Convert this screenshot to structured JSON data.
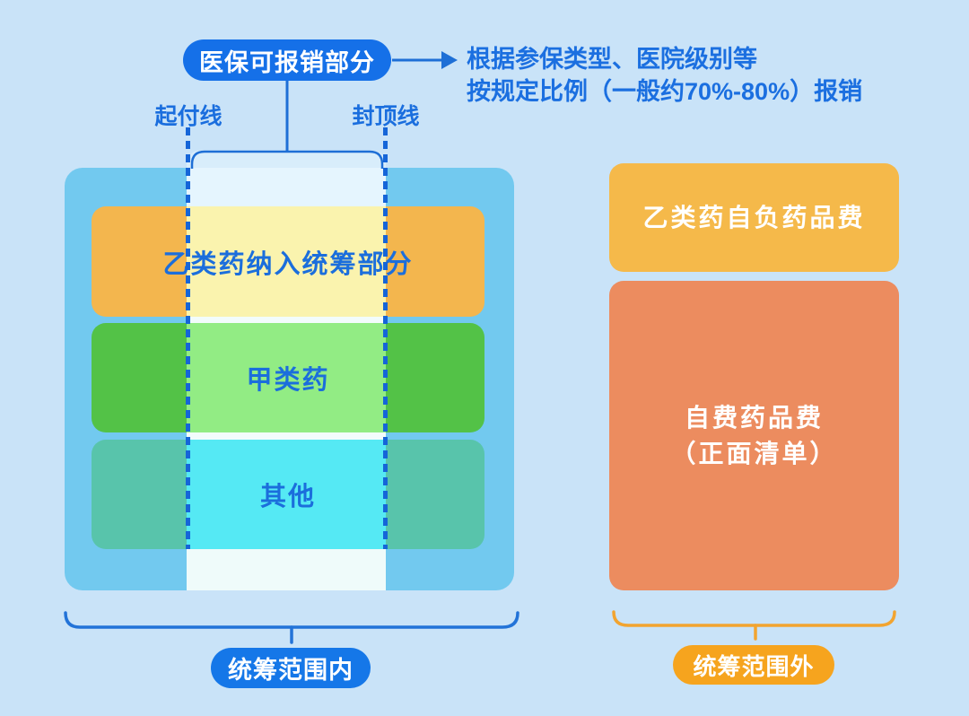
{
  "header": {
    "pill_label": "医保可报销部分",
    "note_line1": "根据参保类型、医院级别等",
    "note_line2": "按规定比例（一般约70%-80%）报销"
  },
  "left_panel": {
    "deductible_label": "起付线",
    "cap_label": "封顶线",
    "bars": [
      {
        "label": "乙类药纳入统筹部分"
      },
      {
        "label": "甲类药"
      },
      {
        "label": "其他"
      }
    ],
    "footer_pill": "统筹范围内"
  },
  "right_panel": {
    "boxes": [
      {
        "label": "乙类药自负药品费"
      },
      {
        "label_line1": "自费药品费",
        "label_line2": "（正面清单）"
      }
    ],
    "footer_pill": "统筹范围外"
  },
  "colors": {
    "background": "#C9E3F8",
    "accent_blue_pill": "#1570E8",
    "text_blue": "#1B6FE0",
    "stroke_blue": "#1E6FD6",
    "dotted_blue": "#1565D8",
    "panel_blue": "#72C9EF",
    "band_light_blue": "#E5F5FE",
    "bar_class_b_orange": "#F3B64E",
    "bar_class_b_highlight": "#FAF3AE",
    "bar_class_a_green": "#53C247",
    "bar_class_a_highlight": "#92EC84",
    "bar_other_teal": "#58C4AB",
    "bar_other_highlight": "#55E9F4",
    "box_class_b_self_yellow": "#F5B94A",
    "box_self_pay_salmon": "#EC8C5F",
    "brace_orange": "#F2A430",
    "pill_orange": "#F6A41E"
  }
}
